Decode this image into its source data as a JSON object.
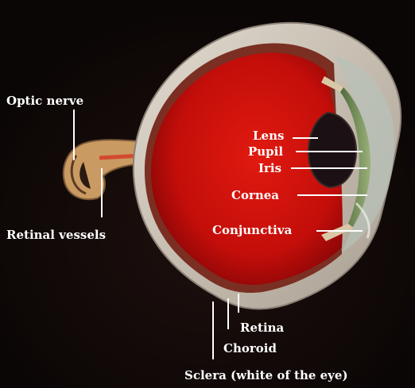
{
  "labels": {
    "optic_nerve": "Optic nerve",
    "retinal_vessels": "Retinal vessels",
    "lens": "Lens",
    "pupil": "Pupil",
    "iris": "Iris",
    "cornea": "Cornea",
    "conjunctiva": "Conjunctiva",
    "retina": "Retina",
    "choroid": "Choroid",
    "sclera": "Sclera (white of the eye)"
  },
  "colors": {
    "background": "#0d0807",
    "eye_interior": "#c8100c",
    "sclera": "#cfc6ba",
    "iris": "#6f8a52",
    "lens": "#1a0f12",
    "label_text": "#ffffff"
  }
}
